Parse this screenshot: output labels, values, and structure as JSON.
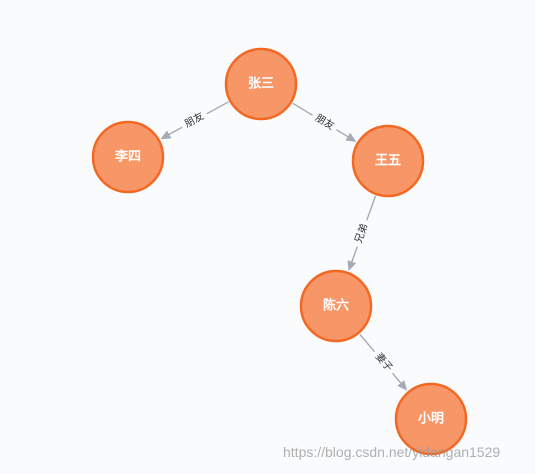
{
  "graph": {
    "colors": {
      "node_fill": "#f79767",
      "node_stroke": "#f36924",
      "relationship": "#a5abb6",
      "background": "#f9fbfd"
    },
    "nodes": [
      {
        "id": "zhangsan",
        "label": "张三"
      },
      {
        "id": "lisi",
        "label": "李四"
      },
      {
        "id": "wangwu",
        "label": "王五"
      },
      {
        "id": "chenliu",
        "label": "陈六"
      },
      {
        "id": "xiaoming",
        "label": "小明"
      }
    ],
    "relationships": [
      {
        "from": "zhangsan",
        "to": "lisi",
        "label": "朋友"
      },
      {
        "from": "zhangsan",
        "to": "wangwu",
        "label": "朋友"
      },
      {
        "from": "wangwu",
        "to": "chenliu",
        "label": "兄弟"
      },
      {
        "from": "chenliu",
        "to": "xiaoming",
        "label": "妻子"
      }
    ]
  },
  "watermark": "https://blog.csdn.net/yidangan1529"
}
